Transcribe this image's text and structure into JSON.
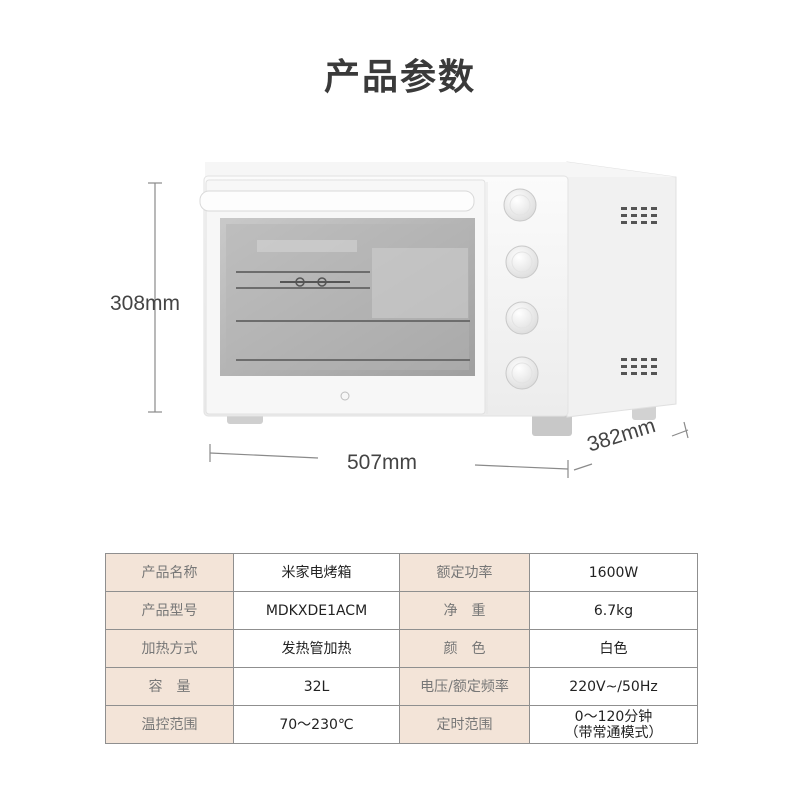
{
  "title": "产品参数",
  "dimensions": {
    "height": "308mm",
    "width": "507mm",
    "depth": "382mm"
  },
  "specs": [
    {
      "label1": "产品名称",
      "value1": "米家电烤箱",
      "label2": "额定功率",
      "value2": "1600W"
    },
    {
      "label1": "产品型号",
      "value1": "MDKXDE1ACM",
      "label2": "净　重",
      "value2": "6.7kg"
    },
    {
      "label1": "加热方式",
      "value1": "发热管加热",
      "label2": "颜　色",
      "value2": "白色"
    },
    {
      "label1": "容　量",
      "value1": "32L",
      "label2": "电压/额定频率",
      "value2": "220V~/50Hz"
    },
    {
      "label1": "温控范围",
      "value1": "70～230℃",
      "label2": "定时范围",
      "value2": "0～120分钟",
      "value2_line2": "（带常通模式）"
    }
  ]
}
